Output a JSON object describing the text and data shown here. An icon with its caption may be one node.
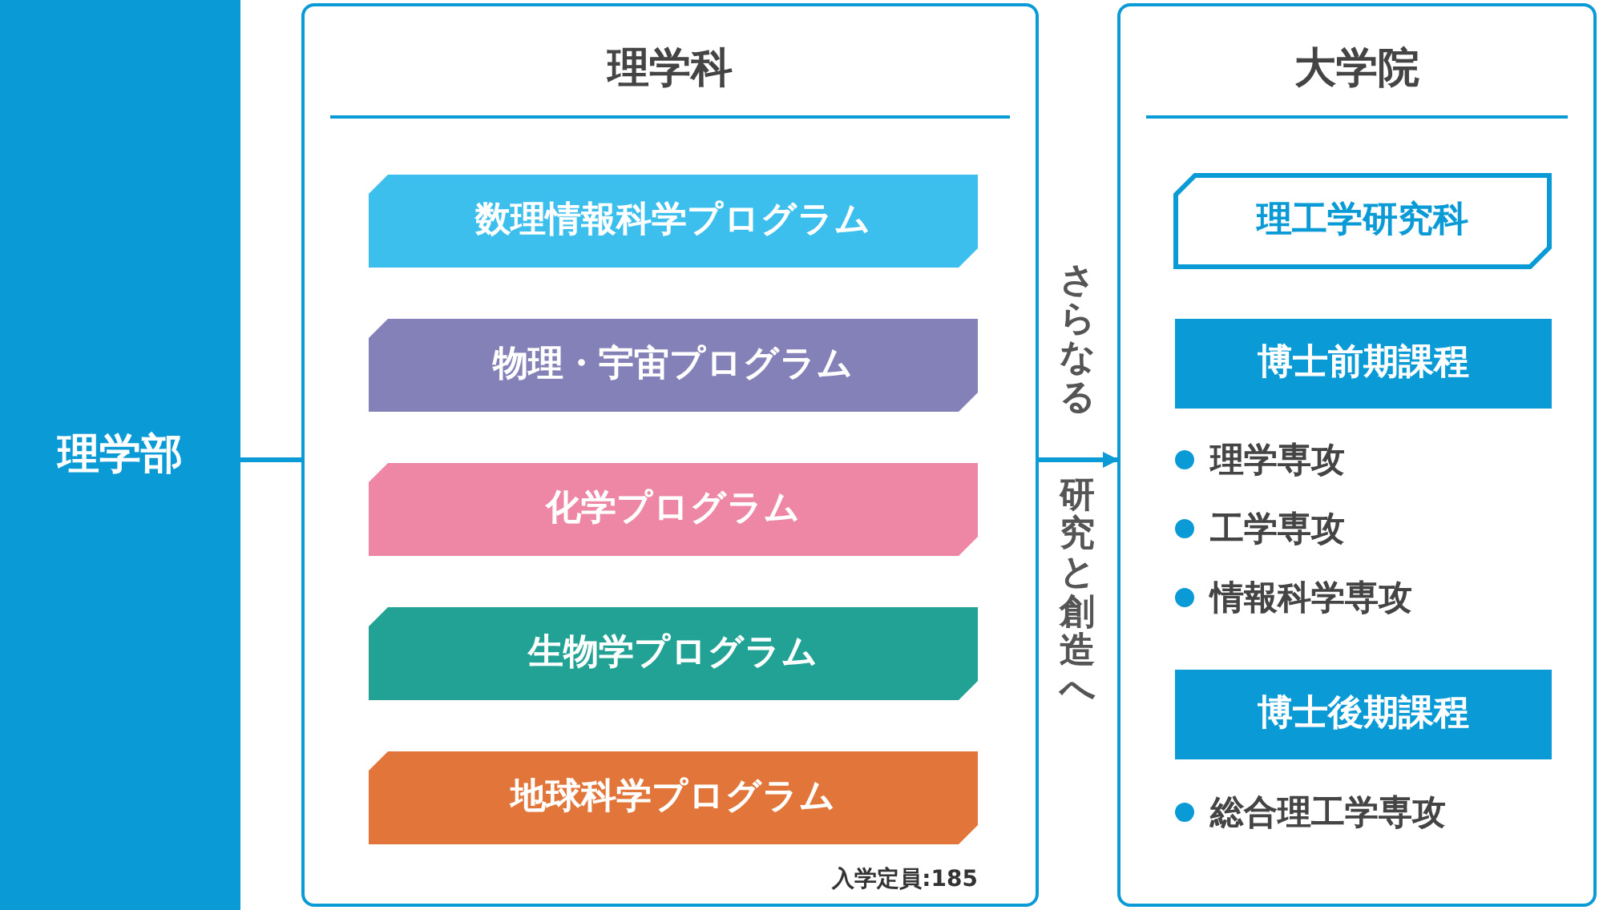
{
  "diagram": {
    "nodes": [
      {
        "text": [
          "理学部"
        ]
      },
      {
        "text": [
          "理学科",
          "入学定員:185"
        ]
      },
      {
        "text": [
          "数理情報科学プログラム"
        ],
        "in": 1
      },
      {
        "text": [
          "物理・宇宙プログラム"
        ],
        "in": 1
      },
      {
        "text": [
          "化学プログラム"
        ],
        "in": 1
      },
      {
        "text": [
          "生物学プログラム"
        ],
        "in": 1
      },
      {
        "text": [
          "地球科学プログラム"
        ],
        "in": 1
      },
      {
        "text": [
          "大学院"
        ]
      },
      {
        "text": [
          "理工学研究科"
        ],
        "in": 7
      },
      {
        "text": [
          "博士前期課程"
        ],
        "in": 7
      },
      {
        "text": [
          "博士後期課程"
        ],
        "in": 7
      }
    ],
    "edges": [
      {
        "from": 0,
        "to": 1,
        "arrow": "none"
      },
      {
        "from": 1,
        "to": 7,
        "arrow": "to"
      }
    ],
    "labels": [
      "さらなる",
      "研究と創造へ",
      "理学専攻",
      "工学専攻",
      "情報科学専攻",
      "総合理工学専攻"
    ]
  }
}
